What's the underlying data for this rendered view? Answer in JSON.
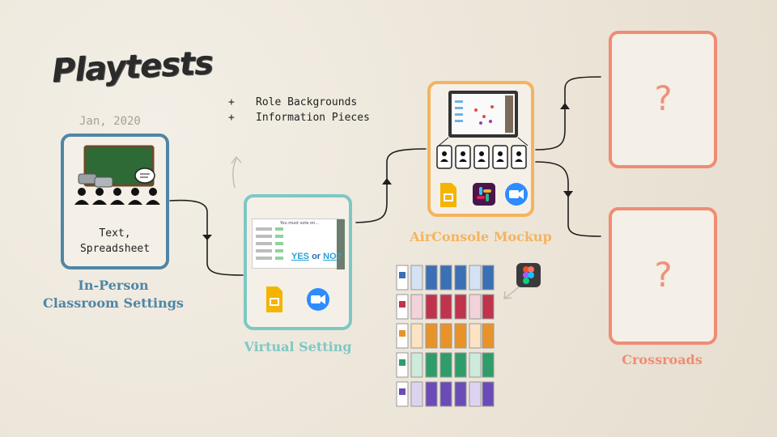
{
  "title": "Playtests",
  "date": "Jan, 2020",
  "notes": [
    "Role Backgrounds",
    "Information Pieces"
  ],
  "classroom": {
    "text_line1": "Text,",
    "text_line2": "Spreadsheet",
    "caption_line1": "In-Person",
    "caption_line2": "Classroom Settings"
  },
  "virtual": {
    "caption": "Virtual Setting",
    "screen_header": "You must vote on...",
    "question_yes": "YES",
    "question_or": "or",
    "question_no": "NO",
    "question_mark": "?"
  },
  "airconsole": {
    "caption": "AirConsole Mockup"
  },
  "crossroads": {
    "caption": "Crossroads",
    "mark": "?"
  },
  "colors": {
    "classroom": "#4f86a6",
    "virtual": "#7ec8c4",
    "airconsole": "#f6b35d",
    "crossroads": "#f08c74",
    "title": "#2b2b2b"
  },
  "icons": [
    "google-slides-icon",
    "zoom-icon",
    "slack-icon",
    "figma-icon",
    "person-icon",
    "chat-bubble-icon",
    "chalkboard-icon"
  ]
}
